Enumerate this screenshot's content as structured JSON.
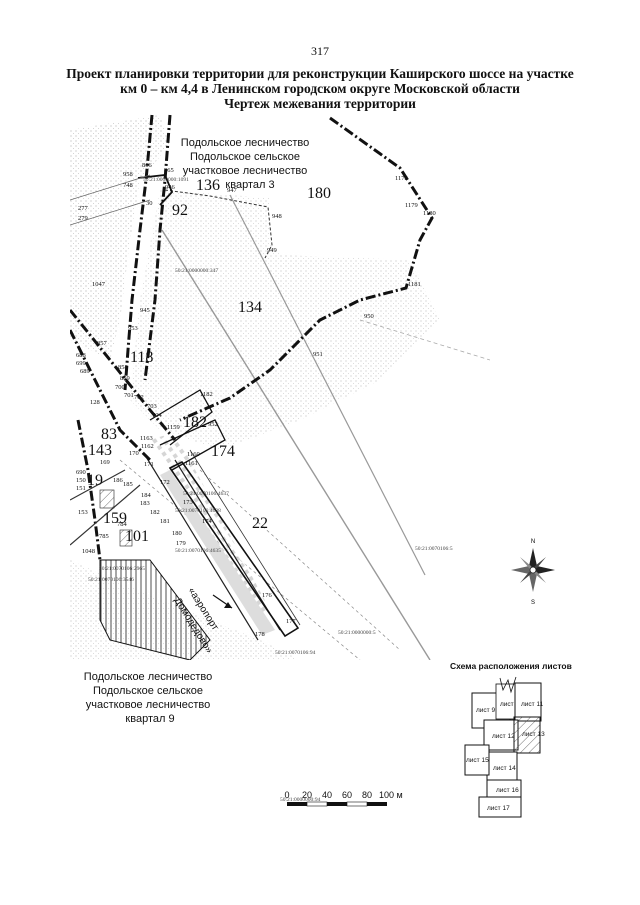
{
  "page_number": "317",
  "title": {
    "line1": "Проект планировки территории для реконструкции Каширского шоссе на участке",
    "line2": "км 0 – км 4,4 в Ленинском городском округе Московской области",
    "line3": "Чертеж межевания территории"
  },
  "map": {
    "label_top_line1": "Подольское лесничество",
    "label_top_line2": "Подольское сельское",
    "label_top_line3": "участковое лесничество",
    "label_top_line4": "квартал 3",
    "label_bottom_line1": "Подольское лесничество",
    "label_bottom_line2": "Подольское сельское",
    "label_bottom_line3": "участковое лесничество",
    "label_bottom_line4": "квартал 9",
    "road_line1": "«аэропорт",
    "road_line2": "Домодедово»",
    "plot_numbers": {
      "p136": "136",
      "p180": "180",
      "p92": "92",
      "p134": "134",
      "p118": "118",
      "p182": "182",
      "p174": "174",
      "p83": "83",
      "p143": "143",
      "p19": "19",
      "p159": "159",
      "p101": "101",
      "p22": "22"
    },
    "points": {
      "n866": "866",
      "n865": "865",
      "n958": "958",
      "n748": "748",
      "n946": "946",
      "n947": "947",
      "n948": "948",
      "n949": "949",
      "n950": "950",
      "n951": "951",
      "n1178": "1178",
      "n1179": "1179",
      "n1180": "1180",
      "n1181": "1181",
      "n277": "277",
      "n279": "279",
      "n1047": "1047",
      "n945": "945",
      "n953": "953",
      "n857": "857",
      "n688": "688",
      "n699": "699",
      "n689": "689",
      "n858": "858",
      "n859": "859",
      "n700": "700",
      "n701": "701",
      "n702": "702",
      "n128": "128",
      "n703": "703",
      "n704": "704",
      "n1182": "1182",
      "n1159": "1159",
      "n952": "952",
      "n1163": "1163",
      "n1162": "1162",
      "n1160": "1160",
      "n1161": "1161",
      "n170": "170",
      "n171": "171",
      "n169": "169",
      "n690": "690",
      "n150": "150",
      "n151": "151",
      "n186": "186",
      "n185": "185",
      "n172": "172",
      "n184": "184",
      "n183": "183",
      "n182": "182",
      "n181": "181",
      "n173": "173",
      "n174": "174",
      "n180": "180",
      "n179": "179",
      "n153": "153",
      "n784": "784",
      "n785": "785",
      "n1048": "1048",
      "n176": "176",
      "n177": "177",
      "n178": "178",
      "n30": "30"
    },
    "cadastral": {
      "c1": "50:21:0000000:1091",
      "c2": "50:21:0000000:347",
      "c3": "50:21:0070106:4637",
      "c4": "50:21:0070106:4638",
      "c5": "50:21:0070106:4635",
      "c6": "50:21:0070106:2965",
      "c7": "50:21:0070106:3546",
      "c8": "50:21:0070106:5",
      "c9": "50:21:0000000:5",
      "c10": "50:21:0070106:94",
      "c11": "50:21:0000000:94"
    },
    "compass": {
      "north": "N",
      "south": "S"
    }
  },
  "scale_bar": {
    "ticks": [
      "0",
      "20",
      "40",
      "60",
      "80",
      "100 м"
    ]
  },
  "sheet_scheme": {
    "title": "Схема расположения листов",
    "sheets": [
      "лист 9",
      "лист 10",
      "лист 11",
      "лист 12",
      "лист 13",
      "лист 14",
      "лист 15",
      "лист 16",
      "лист 17"
    ]
  }
}
